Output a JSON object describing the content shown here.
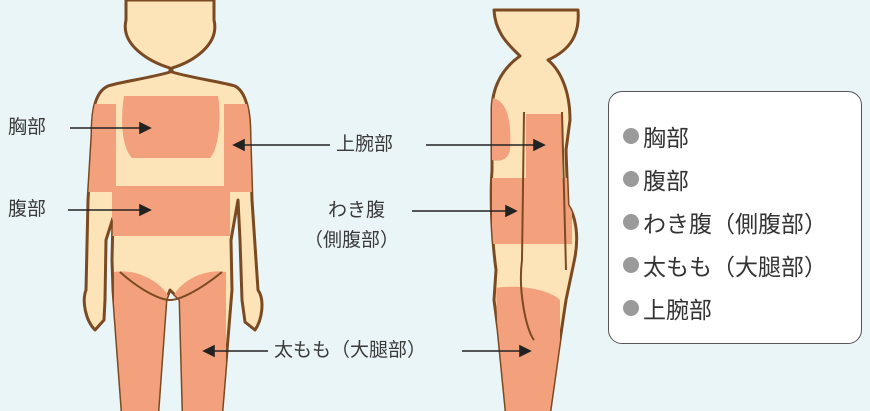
{
  "labels": {
    "chest": "胸部",
    "abdomen": "腹部",
    "upper_arm": "上腕部",
    "flank": "わき腹",
    "flank_sub": "（側腹部）",
    "thigh": "太もも（大腿部）"
  },
  "legend": {
    "items": [
      {
        "label": "胸部"
      },
      {
        "label": "腹部"
      },
      {
        "label": "わき腹（側腹部）"
      },
      {
        "label": "太もも（大腿部）"
      },
      {
        "label": "上腕部"
      }
    ]
  },
  "colors": {
    "background": "#eaf5f8",
    "skin": "#fde3b8",
    "region": "#f3a07c",
    "outline": "#7a4a22",
    "dot": "#9a9a9a"
  }
}
